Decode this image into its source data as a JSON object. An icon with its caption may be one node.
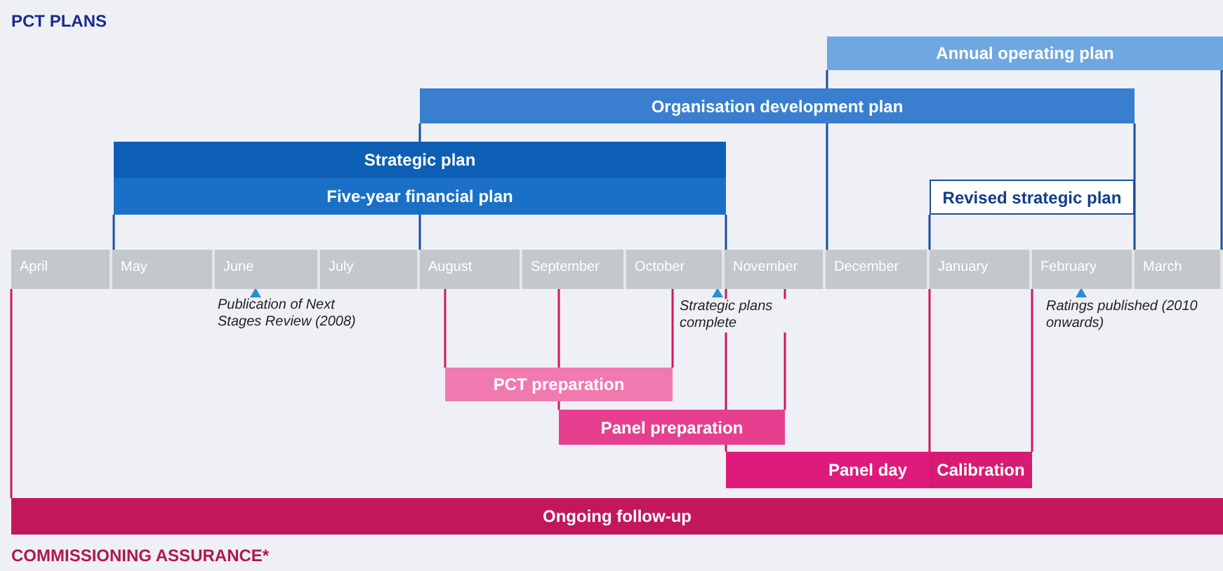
{
  "diagram": {
    "title": "PCT PLANS",
    "caption": "COMMISSIONING ASSURANCE*",
    "nodes": [
      {
        "text": [
          "Annual operating plan"
        ]
      },
      {
        "text": [
          "Organisation development plan"
        ]
      },
      {
        "text": [
          "Strategic plan",
          "Five-year financial plan"
        ]
      },
      {
        "text": [
          "Revised strategic plan"
        ]
      },
      {
        "text": [
          "PCT preparation"
        ]
      },
      {
        "text": [
          "Panel preparation"
        ]
      },
      {
        "text": [
          "Panel day"
        ]
      },
      {
        "text": [
          "Calibration"
        ]
      },
      {
        "text": [
          "Ongoing follow-up"
        ]
      }
    ],
    "labels": [
      "April",
      "May",
      "June",
      "July",
      "August",
      "September",
      "October",
      "November",
      "December",
      "January",
      "February",
      "March",
      "Publication of Next Stages Review (2008)",
      "Strategic plans complete",
      "Ratings published (2010 onwards)"
    ]
  }
}
